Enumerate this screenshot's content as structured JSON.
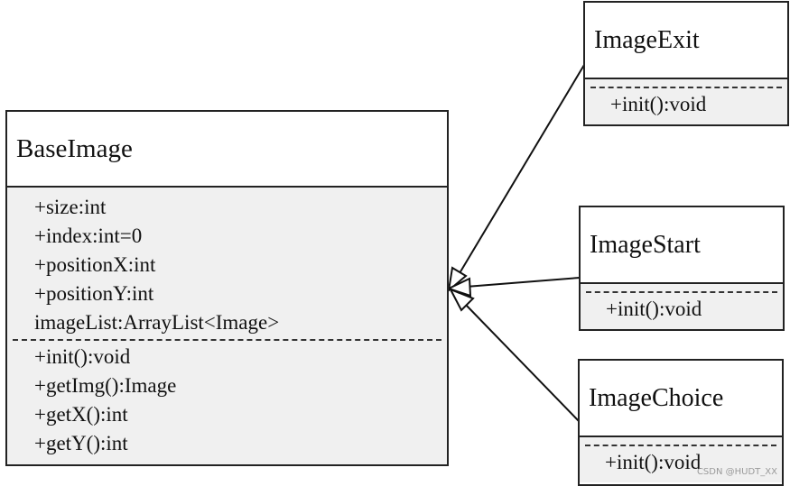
{
  "diagram": {
    "base_class": {
      "name": "BaseImage",
      "attributes": [
        "+size:int",
        "+index:int=0",
        "+positionX:int",
        "+positionY:int",
        "imageList:ArrayList<Image>"
      ],
      "methods": [
        "+init():void",
        "+getImg():Image",
        "+getX():int",
        "+getY():int"
      ]
    },
    "subclasses": [
      {
        "name": "ImageExit",
        "methods": [
          "+init():void"
        ]
      },
      {
        "name": "ImageStart",
        "methods": [
          "+init():void"
        ]
      },
      {
        "name": "ImageChoice",
        "methods": [
          "+init():void"
        ]
      }
    ],
    "relationships": [
      {
        "from": "ImageExit",
        "to": "BaseImage",
        "type": "generalization"
      },
      {
        "from": "ImageStart",
        "to": "BaseImage",
        "type": "generalization"
      },
      {
        "from": "ImageChoice",
        "to": "BaseImage",
        "type": "generalization"
      }
    ]
  },
  "watermark": "CSDN @HUDT_XX"
}
